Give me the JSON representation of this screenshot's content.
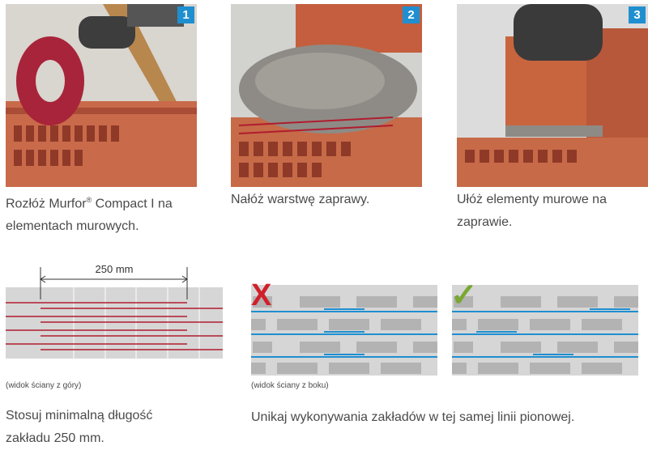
{
  "steps": [
    {
      "number": "1",
      "caption_a": "Rozłóż Murfor",
      "caption_mark": "®",
      "caption_b": " Compact I na",
      "caption_c": "elementach murowych."
    },
    {
      "number": "2",
      "caption_a": "Nałóż warstwę zaprawy."
    },
    {
      "number": "3",
      "caption_a": "Ułóż elementy murowe na",
      "caption_c": "zaprawie."
    }
  ],
  "diagram_top": {
    "dimension_label": "250 mm",
    "view_label": "(widok ściany z góry)",
    "note_line1": "Stosuj minimalną długość",
    "note_line2": "zakładu 250 mm."
  },
  "diagram_side": {
    "view_label": "(widok ściany z boku)",
    "note": "Unikaj wykonywania zakładów w tej samej linii pionowej.",
    "wrong_mark": "X",
    "right_mark": "✓"
  },
  "colors": {
    "badge_blue": "#1f8fd0",
    "reinforcement_red": "#b01c2e",
    "reinforcement_blue": "#1f8fd0",
    "wrong_red": "#d0202a",
    "right_green": "#7aa832",
    "wall_grey": "#d6d6d6",
    "brick_grey": "#b3b3b3"
  }
}
